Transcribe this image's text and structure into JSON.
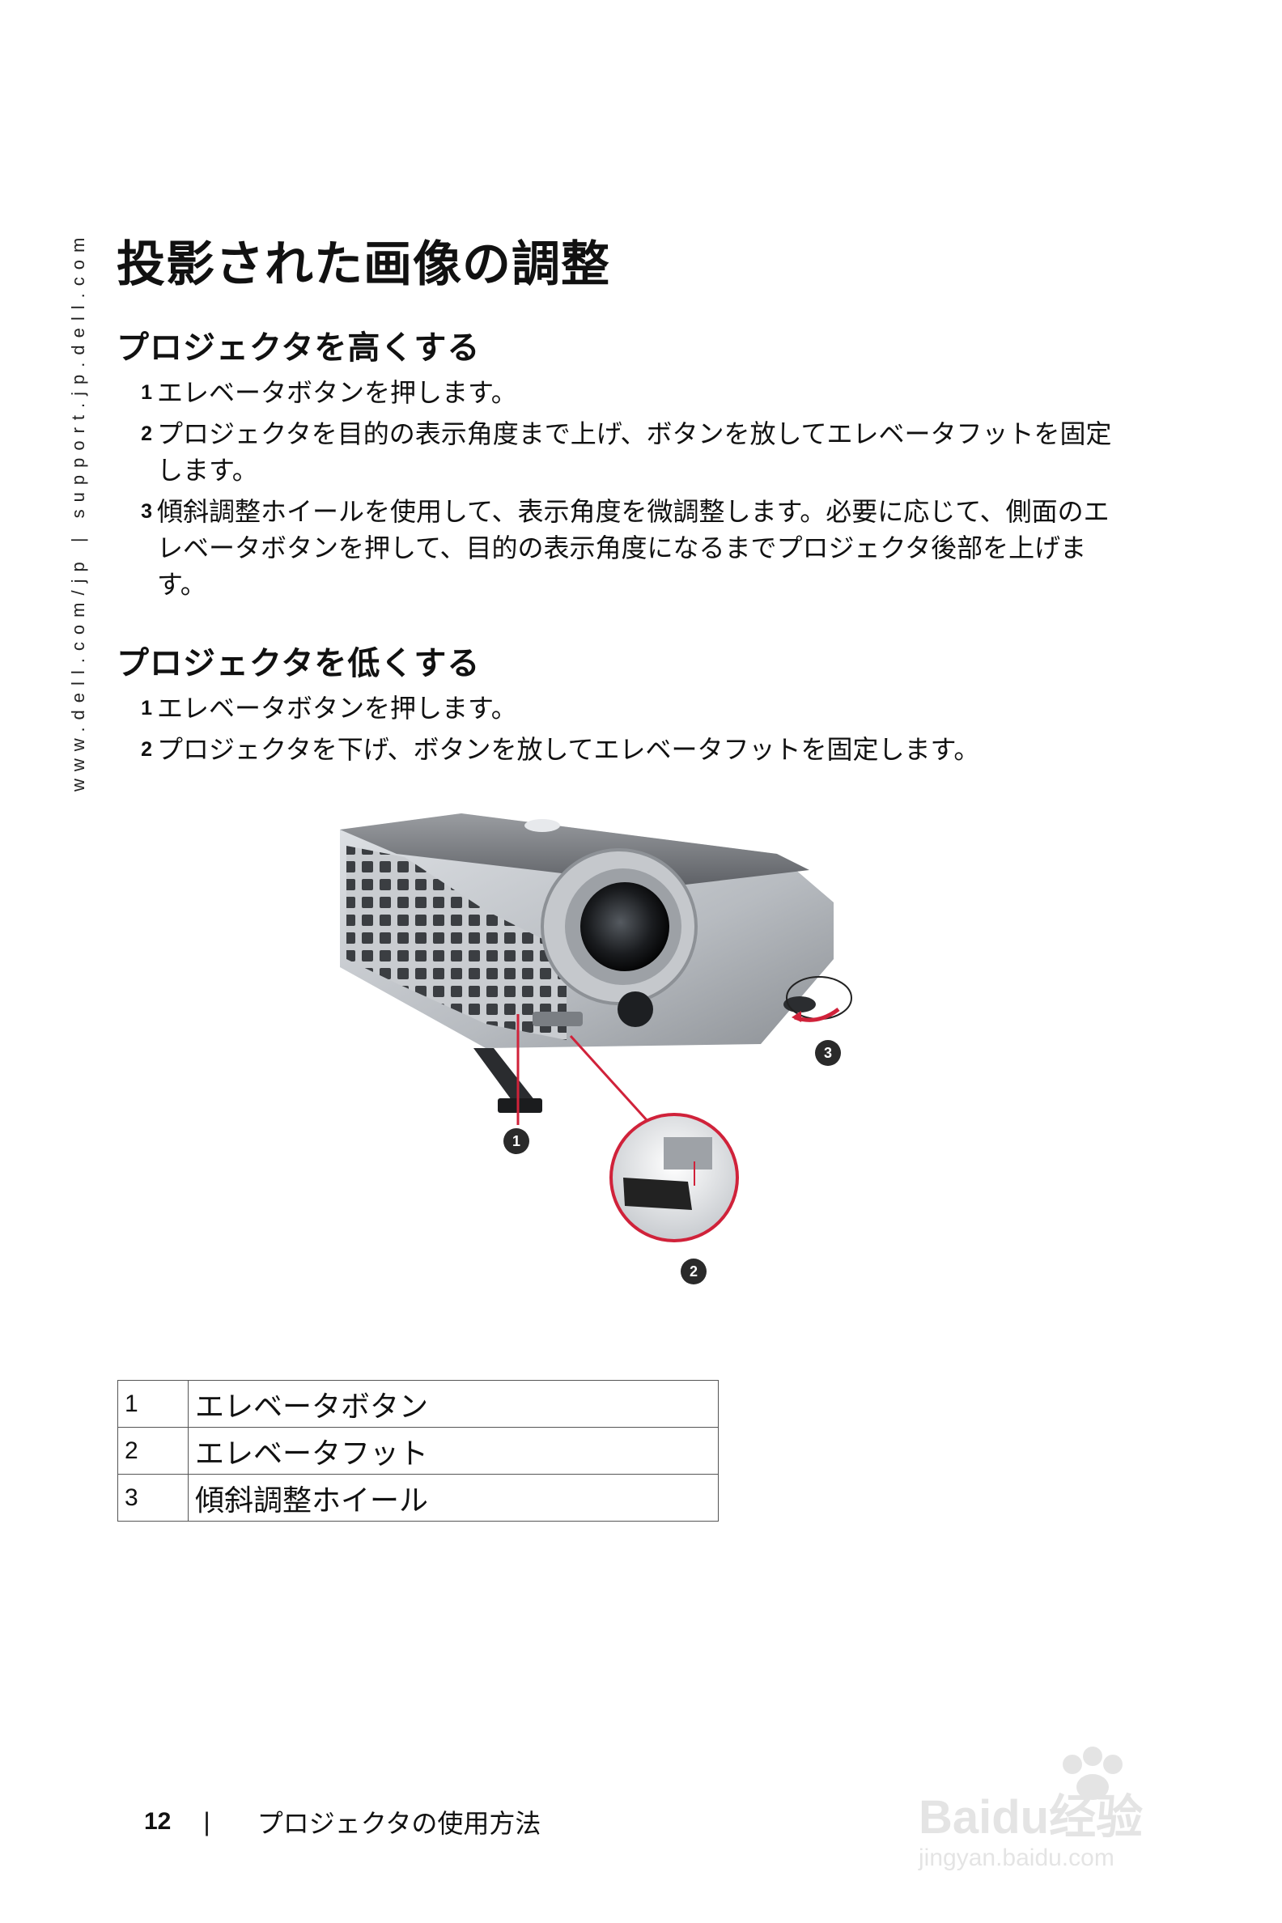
{
  "side_url": "www.dell.com/jp | support.jp.dell.com",
  "title": "投影された画像の調整",
  "sections": [
    {
      "heading": "プロジェクタを高くする",
      "steps": [
        {
          "num": "1",
          "text": "エレベータボタンを押します。"
        },
        {
          "num": "2",
          "text": "プロジェクタを目的の表示角度まで上げ、ボタンを放してエレベータフットを固定します。"
        },
        {
          "num": "3",
          "text": "傾斜調整ホイールを使用して、表示角度を微調整します。必要に応じて、側面のエレベータボタンを押して、目的の表示角度になるまでプロジェクタ後部を上げます。"
        }
      ]
    },
    {
      "heading": "プロジェクタを低くする",
      "steps": [
        {
          "num": "1",
          "text": "エレベータボタンを押します。"
        },
        {
          "num": "2",
          "text": "プロジェクタを下げ、ボタンを放してエレベータフットを固定します。"
        }
      ]
    }
  ],
  "figure": {
    "callouts": [
      "1",
      "2",
      "3"
    ]
  },
  "legend": [
    {
      "num": "1",
      "label": "エレベータボタン"
    },
    {
      "num": "2",
      "label": "エレベータフット"
    },
    {
      "num": "3",
      "label": "傾斜調整ホイール"
    }
  ],
  "footer": {
    "page": "12",
    "separator": "|",
    "chapter": "プロジェクタの使用方法"
  },
  "watermark": {
    "brand": "Baidu经验",
    "url": "jingyan.baidu.com"
  },
  "colors": {
    "callout_red": "#d0223a",
    "badge": "#2a2a2a"
  }
}
